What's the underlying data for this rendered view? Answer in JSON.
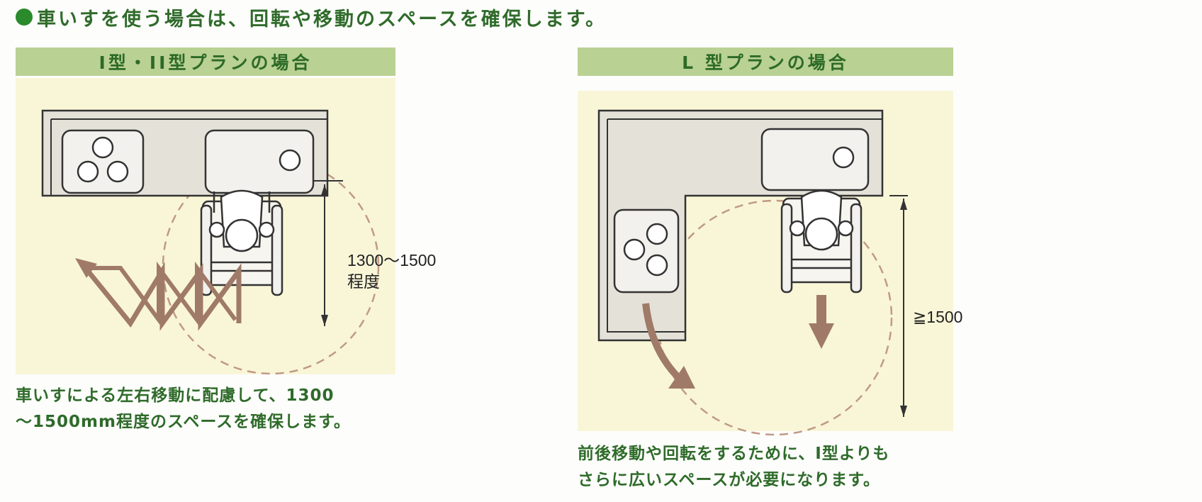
{
  "heading": "車いすを使う場合は、回転や移動のスペースを確保します。",
  "panels": {
    "left": {
      "title": "I型・II型プランの場合",
      "dimension_value": "1300〜1500",
      "dimension_unit": "程度",
      "caption_line1": "車いすによる左右移動に配慮して、1300",
      "caption_line2": "〜1500mm程度のスペースを確保します。"
    },
    "right": {
      "title": "L 型プランの場合",
      "dimension_value": "≧1500",
      "caption_line1": "前後移動や回転をするために、I型よりも",
      "caption_line2": "さらに広いスペースが必要になります。"
    }
  },
  "colors": {
    "heading_text": "#2f6b2a",
    "bullet": "#2b8a2b",
    "header_band": "#b9d193",
    "panel_background": "#f9f6d8",
    "counter": "#e4e1d8",
    "turning_circle": "#c09a86",
    "arrow": "#a07a68"
  },
  "icons": [
    "bullet-icon",
    "stove-icon",
    "sink-icon",
    "wheelchair-icon",
    "zigzag-arrow-icon",
    "curved-arrow-icon",
    "down-arrow-icon"
  ]
}
